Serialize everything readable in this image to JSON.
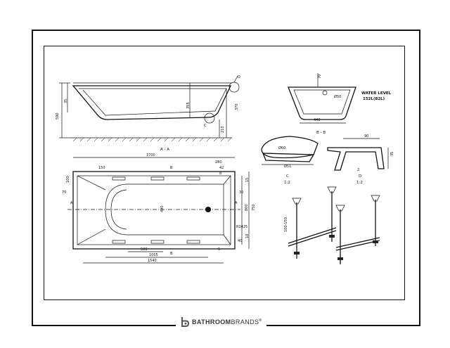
{
  "drawing": {
    "section_aa_label": "A - A",
    "section_bb_label": "B - B",
    "water_level_line1": "WATER LEVEL",
    "water_level_line2": "152L(82L)",
    "detail_c_label": "C",
    "detail_c_scale": "1:2",
    "detail_d_label": "D",
    "detail_d_scale": "1:2",
    "detail_d_marker": "D",
    "detail_c_marker": "C",
    "plan_a_left": "A",
    "plan_a_right": "A",
    "plan_b_top": "B",
    "plan_b_bottom": "B"
  },
  "dimensions": {
    "aa": [
      "590",
      "35",
      "355",
      "370",
      "210"
    ],
    "bb": [
      "70",
      "Ø50",
      "440"
    ],
    "c": [
      "Ø60",
      "Ø51"
    ],
    "d": [
      "90",
      "35",
      "2"
    ],
    "plan": [
      "1700",
      "280",
      "42",
      "8",
      "150",
      "100",
      "70",
      "30",
      "490",
      "800",
      "750",
      "R2425",
      "40",
      "500",
      "1005",
      "1540",
      "5",
      "15",
      "10"
    ],
    "legs": [
      "100-150"
    ]
  },
  "brand": {
    "name_bold": "BATHROOM",
    "name_light": "BRANDS",
    "mark": "®"
  }
}
